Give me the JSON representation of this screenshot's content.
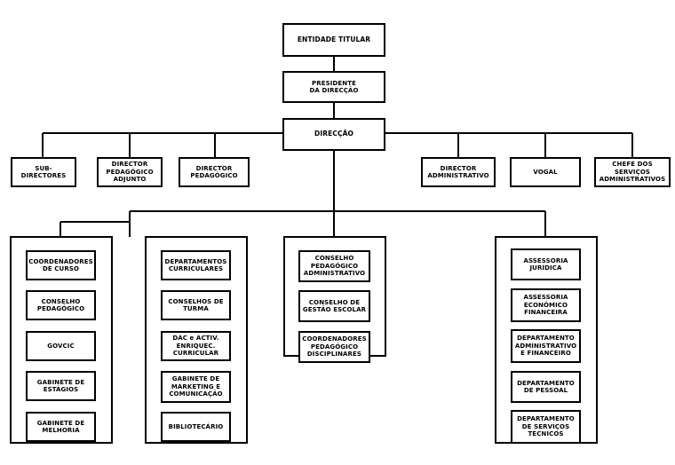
{
  "top": {
    "entidade": "ENTIDADE TITULAR",
    "presidente": "PRESIDENTE\nDA DIRECÇÃO",
    "direccao": "DIRECÇÃO"
  },
  "row1": {
    "sub_directores": "SUB-DIRECTORES",
    "director_ped_adjunto": "DIRECTOR\nPEDAGÓGICO\nADJUNTO",
    "director_pedagogico": "DIRECTOR\nPEDAGÓGICO",
    "director_administrativo": "DIRECTOR\nADMINISTRATIVO",
    "vogal": "VOGAL",
    "chefe_servicos": "CHEFE DOS\nSERVIÇOS\nADMINISTRATIVOS"
  },
  "group1": [
    "COORDENADORES\nDE CURSO",
    "CONSELHO\nPEDAGÓGICO",
    "GOVCIC",
    "GABINETE DE\nESTÁGIOS",
    "GABINETE DE\nMELHORIA"
  ],
  "group2": [
    "DEPARTAMENTOS\nCURRICULARES",
    "CONSELHOS DE\nTURMA",
    "DAC e ACTIV.\nENRIQUEC.\nCURRICULAR",
    "GABINETE DE\nMARKETING E\nCOMUNICAÇÃO",
    "BIBLIOTECÁRIO"
  ],
  "group3": [
    "CONSELHO\nPEDAGÓGICO\nADMINISTRATIVO",
    "CONSELHO DE\nGESTÃO ESCOLAR",
    "COORDENADORES\nPEDAGÓGICO\nDISCIPLINARES"
  ],
  "group4": [
    "ASSESSORIA\nJURÍDICA",
    "ASSESSORIA\nECONÓMICO\nFINANCEIRA",
    "DEPARTAMENTO\nADMINISTRATIVO\nE FINANCEIRO",
    "DEPARTAMENTO\nDE PESSOAL",
    "DEPARTAMENTO\nDE SERVIÇOS\nTÉCNICOS"
  ]
}
